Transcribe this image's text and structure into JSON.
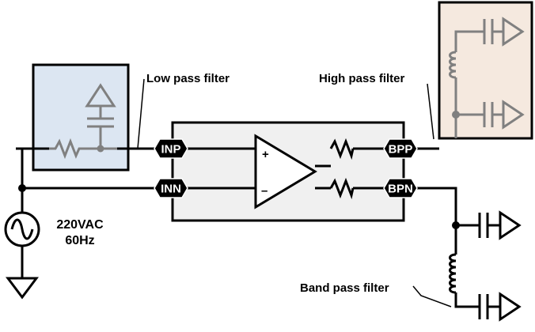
{
  "labels": {
    "low_pass_filter": "Low pass filter",
    "high_pass_filter": "High pass filter",
    "band_pass_filter": "Band pass filter",
    "source_voltage": "220VAC",
    "source_frequency": "60Hz"
  },
  "pins": {
    "inp": "INP",
    "inn": "INN",
    "bpp": "BPP",
    "bpn": "BPN"
  },
  "opamp": {
    "plus": "+",
    "minus": "–"
  },
  "colors": {
    "wire": "#000000",
    "chip_fill": "#f0f0f0",
    "low_pass_fill": "#dce6f2",
    "high_pass_fill": "#f5e9df",
    "filter_component": "#808080",
    "pin_fill": "#000000",
    "pin_text": "#ffffff"
  }
}
